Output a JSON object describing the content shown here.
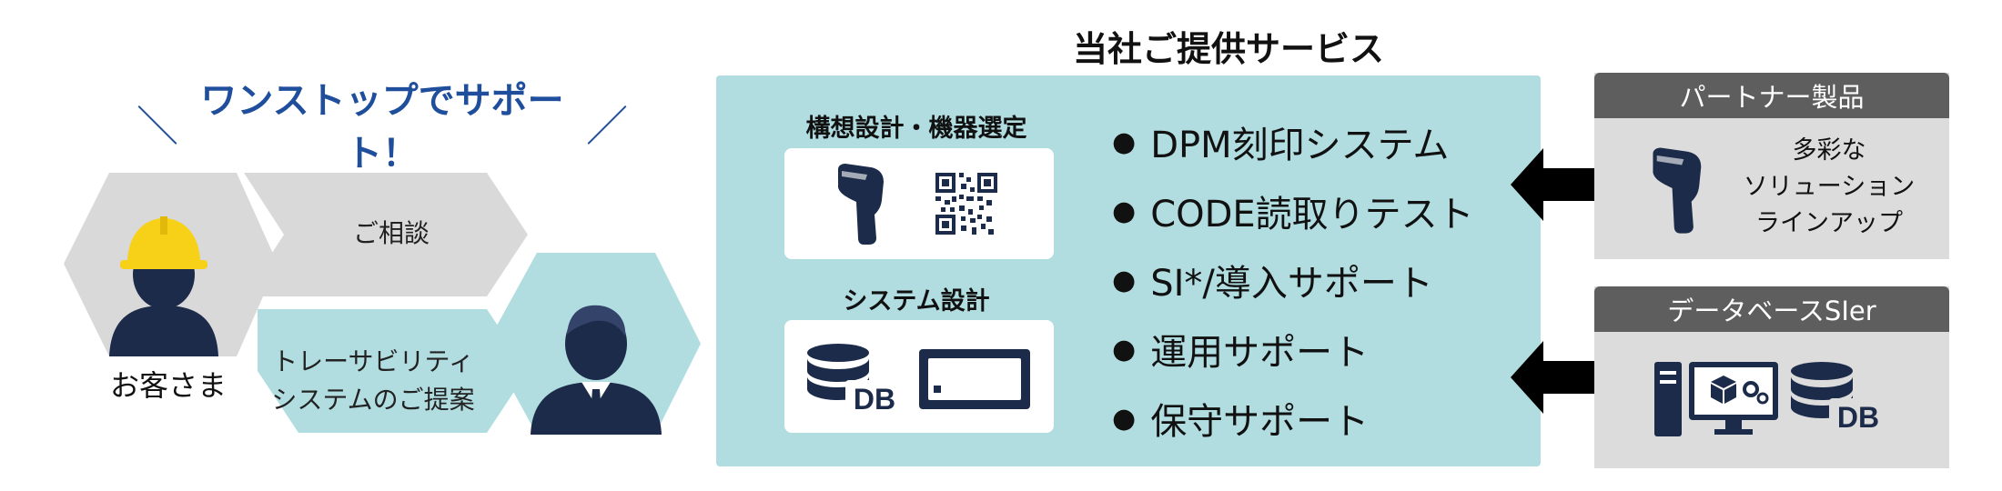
{
  "tagline": {
    "slash_left": "＼",
    "text": "ワンストップでサポート！",
    "slash_right": "／"
  },
  "flow": {
    "consultation": "ご相談",
    "proposal_line1": "トレーサビリティ",
    "proposal_line2": "システムのご提案",
    "customer": "お客さま"
  },
  "services": {
    "title": "当社ご提供サービス",
    "concept_label": "構想設計・機器選定",
    "system_design_label": "システム設計",
    "db_text": "DB",
    "items": [
      "DPM刻印システム",
      "CODE読取りテスト",
      "SI*/導入サポート",
      "運用サポート",
      "保守サポート"
    ]
  },
  "partner": {
    "header": "パートナー製品",
    "desc_line1": "多彩な",
    "desc_line2": "ソリューション",
    "desc_line3": "ラインアップ"
  },
  "database": {
    "header": "データベースSIer",
    "db_text": "DB"
  },
  "colors": {
    "navy": "#1c2b4a",
    "teal": "#b1dde1",
    "gray": "#d9d9d9",
    "dark_gray": "#5e5e5e",
    "helmet_yellow": "#f7d117",
    "tagline_blue": "#1f4e9c"
  }
}
